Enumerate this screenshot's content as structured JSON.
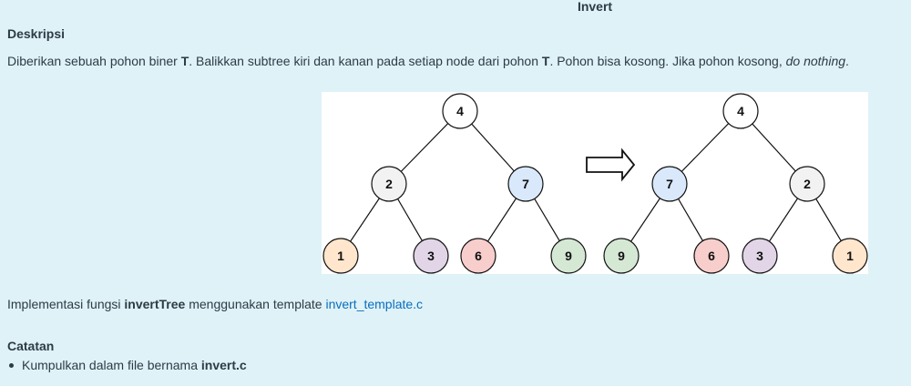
{
  "title": "Invert",
  "description": {
    "heading": "Deskripsi",
    "part1": "Diberikan sebuah pohon biner ",
    "bold1": "T",
    "part2": ". Balikkan subtree kiri dan kanan pada setiap node dari pohon ",
    "bold2": "T",
    "part3": ". Pohon bisa kosong. Jika pohon kosong, ",
    "italic": "do nothing",
    "part4": "."
  },
  "figure": {
    "colors": {
      "root": "#ffffff",
      "gray": "#f2f2f2",
      "blue": "#dae8fc",
      "orange": "#ffe6cc",
      "purple": "#e1d5e7",
      "red": "#f8cecc",
      "green": "#d5e8d4",
      "stroke": "#111111"
    },
    "arrow_icon": "right-arrow-icon",
    "left_tree": {
      "root": "4",
      "left": "2",
      "right": "7",
      "left_left": "1",
      "left_right": "3",
      "right_left": "6",
      "right_right": "9"
    },
    "right_tree": {
      "root": "4",
      "left": "7",
      "right": "2",
      "left_left": "9",
      "left_right": "6",
      "right_left": "3",
      "right_right": "1"
    }
  },
  "implementation": {
    "part1": "Implementasi fungsi ",
    "bold": "invertTree",
    "part2": " menggunakan template ",
    "link": "invert_template.c"
  },
  "notes": {
    "heading": "Catatan",
    "items": [
      {
        "text": "Kumpulkan dalam file bernama ",
        "bold": "invert.c"
      }
    ]
  }
}
